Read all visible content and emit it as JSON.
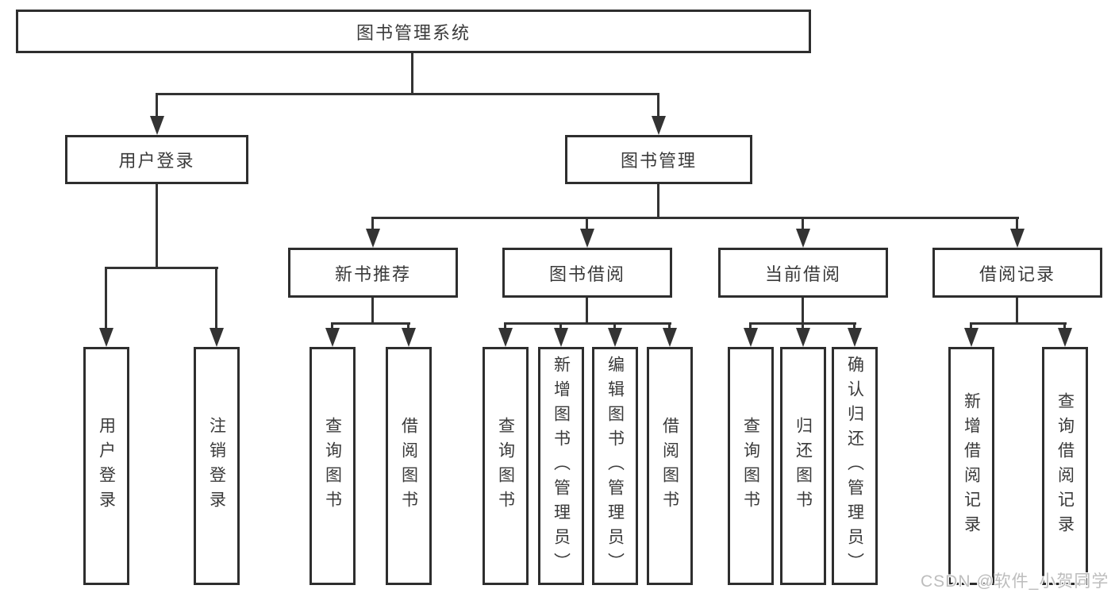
{
  "diagram_type": "function-structure-tree",
  "tree": {
    "root": {
      "label": "图书管理系统"
    },
    "children": [
      {
        "label": "用户登录",
        "children": [
          {
            "label": "用户登录"
          },
          {
            "label": "注销登录"
          }
        ]
      },
      {
        "label": "图书管理",
        "children": [
          {
            "label": "新书推荐",
            "children": [
              {
                "label": "查询图书"
              },
              {
                "label": "借阅图书"
              }
            ]
          },
          {
            "label": "图书借阅",
            "children": [
              {
                "label": "查询图书"
              },
              {
                "label": "新增图书（管理员）"
              },
              {
                "label": "编辑图书（管理员）"
              },
              {
                "label": "借阅图书"
              }
            ]
          },
          {
            "label": "当前借阅",
            "children": [
              {
                "label": "查询图书"
              },
              {
                "label": "归还图书"
              },
              {
                "label": "确认归还（管理员）"
              }
            ]
          },
          {
            "label": "借阅记录",
            "children": [
              {
                "label": "新增借阅记录"
              },
              {
                "label": "查询借阅记录"
              }
            ]
          }
        ]
      }
    ]
  },
  "watermark": {
    "text": "CSDN @软件_小贺同学"
  },
  "colors": {
    "line": "#333333",
    "box_border": "#2e2e2e",
    "text": "#3a3a3a",
    "watermark_text": "#bdbdbd",
    "background": "#ffffff"
  }
}
